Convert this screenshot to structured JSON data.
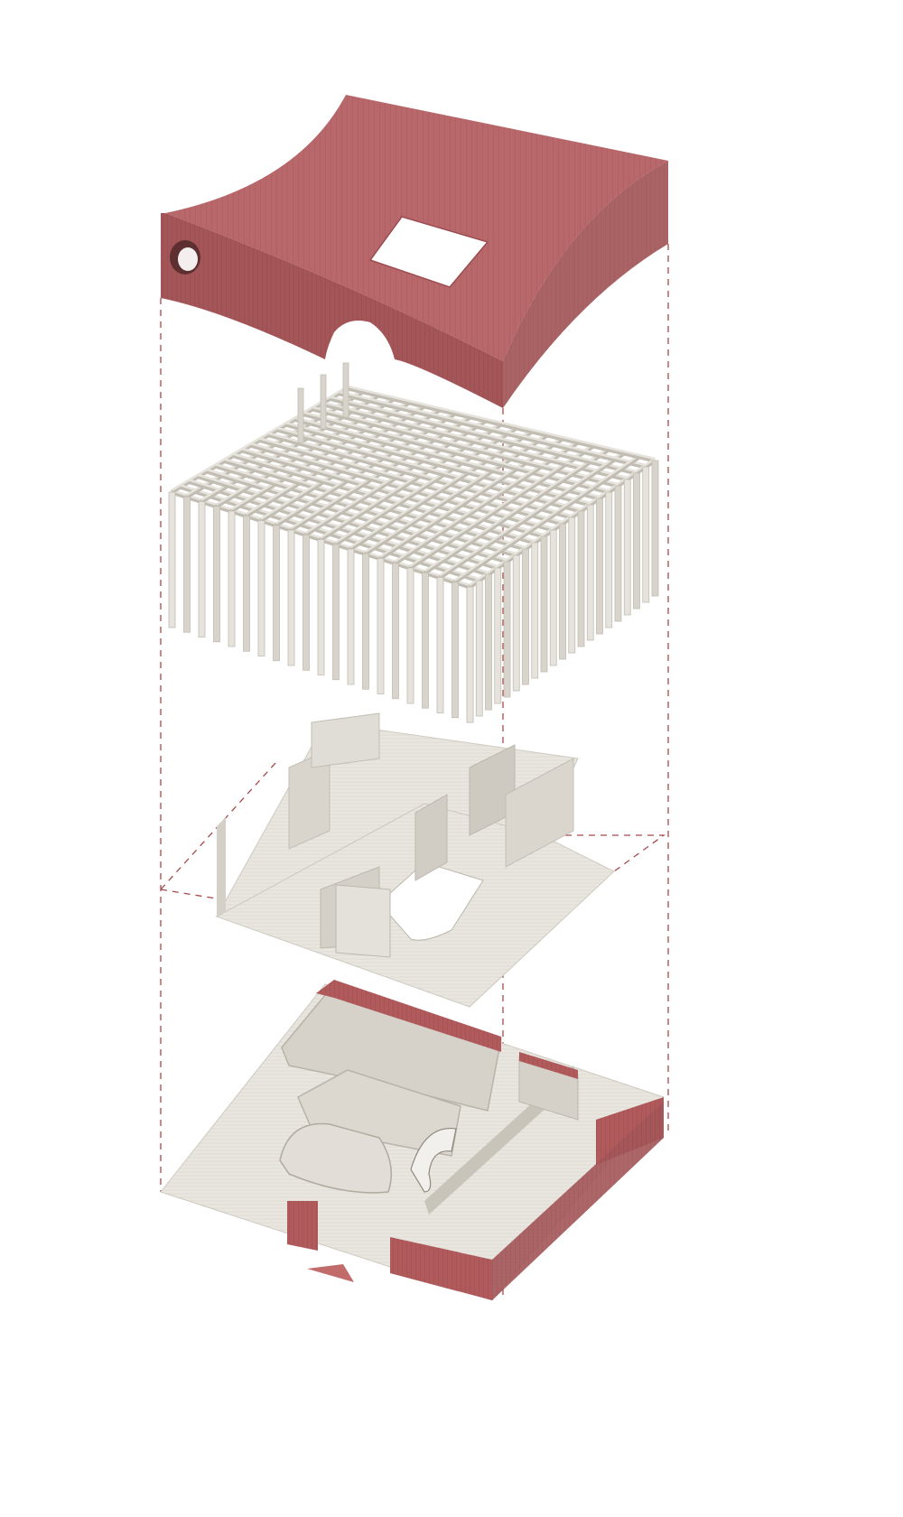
{
  "colors": {
    "background": "#ffffff",
    "roof": "#b8686a",
    "roof_side": "#a35557",
    "roof_front": "#9b4e51",
    "timber_light": "#e6e3dd",
    "timber_mid": "#d8d4cc",
    "timber_dark": "#c2bdb3",
    "floor": "#e9e6e0",
    "wall": "#d9d5cd",
    "brick_red": "#b05a5c",
    "dash_line": "#a84a4c"
  },
  "layers": [
    {
      "id": "roof",
      "description_icon": "curved-roof-shell-icon"
    },
    {
      "id": "timber-grid",
      "description_icon": "column-grid-icon"
    },
    {
      "id": "upper-floor",
      "description_icon": "upper-floor-plate-icon"
    },
    {
      "id": "ground-floor",
      "description_icon": "ground-floor-plan-icon"
    }
  ],
  "markers": {
    "entrance": "entrance-arrow-icon"
  }
}
